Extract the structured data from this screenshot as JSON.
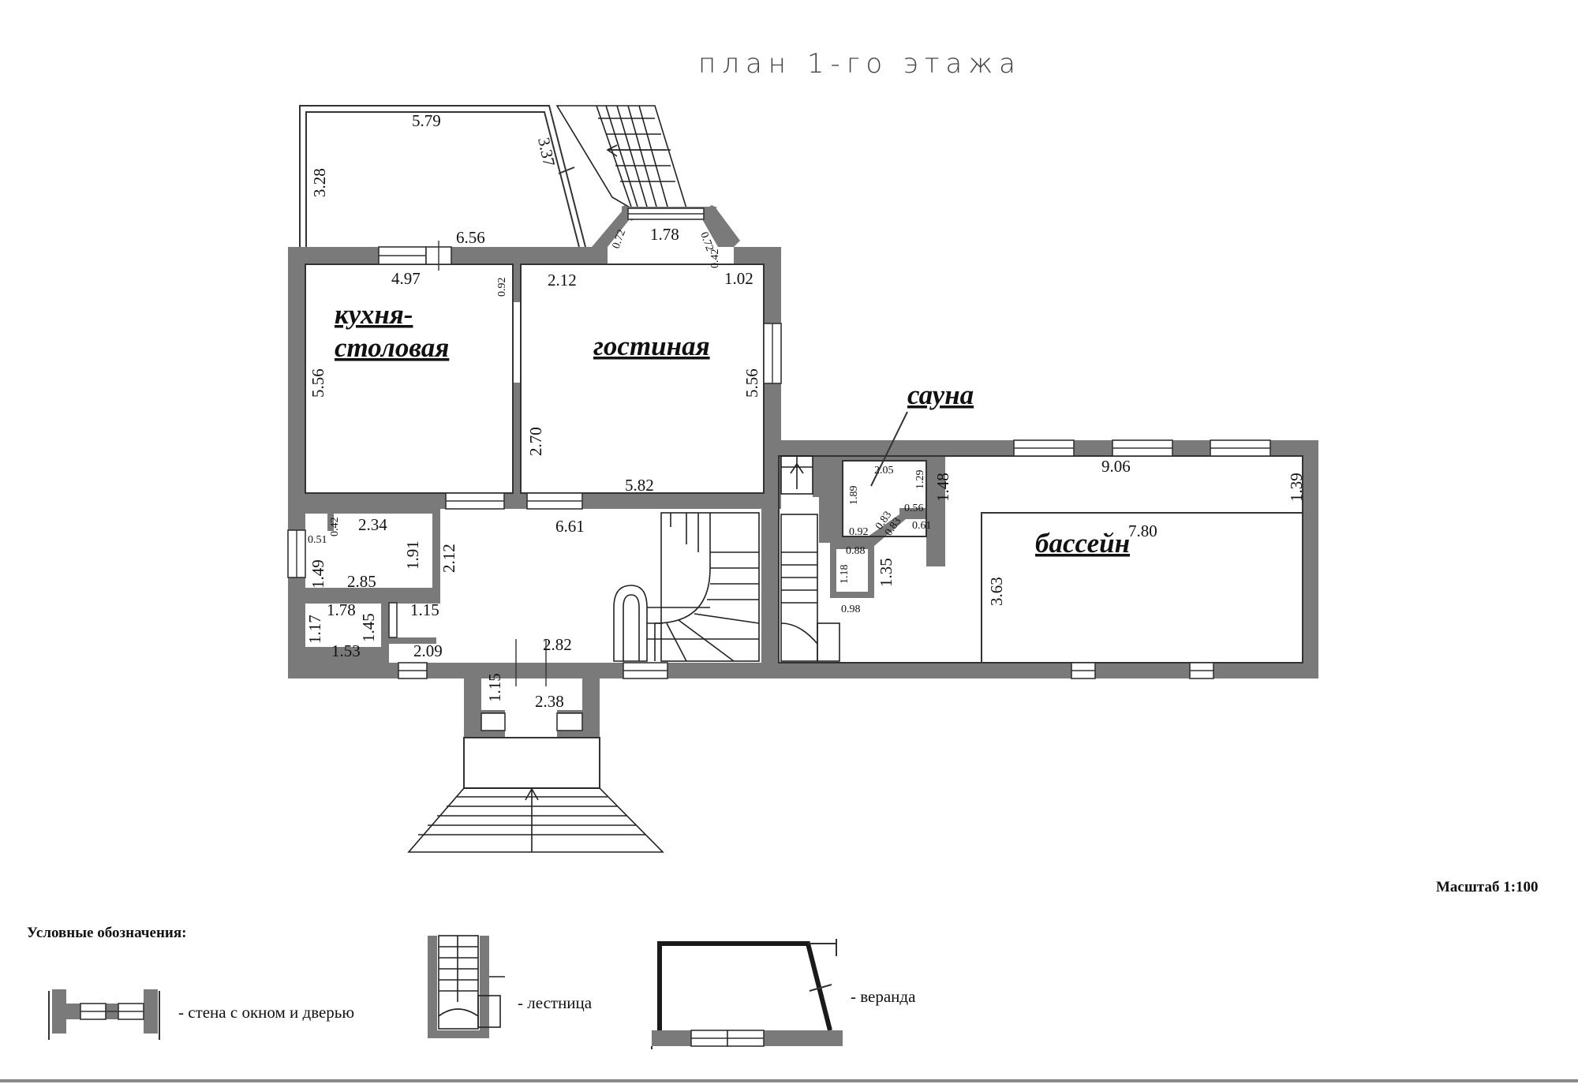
{
  "title": "план 1-го этажа",
  "scale_label": "Масштаб  1:100",
  "rooms": {
    "kitchen_line1": "кухня-",
    "kitchen_line2": "столовая",
    "living": "гостиная",
    "sauna": "сауна",
    "pool": "бассейн"
  },
  "dimensions": {
    "veranda_top": "5.79",
    "veranda_left": "3.28",
    "veranda_diag": "3.37",
    "bay_front": "1.78",
    "bay_left": "0.72",
    "bay_right": "0.72",
    "bay_small": "0.42",
    "wall_top": "6.56",
    "kitchen_top": "4.97",
    "partition_small": "0.92",
    "living_top": "2.12",
    "living_right_top": "1.02",
    "kitchen_left": "5.56",
    "living_right": "5.56",
    "partition_len": "2.70",
    "living_bottom": "5.82",
    "hall_top": "6.61",
    "sauna_w": "2.05",
    "sauna_h": "1.89",
    "sauna_r": "1.29",
    "sauna_side": "1.48",
    "pool_top": "9.06",
    "pool_right": "1.39",
    "pool_inner_top": "7.80",
    "pool_inner_left": "3.63",
    "sauna_bottom": "0.92",
    "sauna_diag1": "0.83",
    "sauna_diag2": "0.83",
    "sauna_056": "0.56",
    "sauna_061": "0.61",
    "shower_w": "0.88",
    "shower_h": "1.18",
    "shower_side": "1.35",
    "shower_bottom": "0.98",
    "wc1_top": "2.34",
    "wc1_042": "0.42",
    "wc1_051": "0.51",
    "wc1_left": "1.49",
    "wc1_bottom": "2.85",
    "wc1_right": "1.91",
    "hall_left": "2.12",
    "door_115": "1.15",
    "wc2_top": "1.78",
    "wc2_left": "1.17",
    "wc2_right": "1.45",
    "wc2_bottom": "1.53",
    "corridor_bottom": "2.09",
    "entry_top": "2.82",
    "porch_side": "1.15",
    "porch_w": "2.38"
  },
  "legend": {
    "heading": "Условные обозначения:",
    "wall_window_door": "- стена с окном и дверью",
    "stairs": "- лестница",
    "veranda": "- веранда"
  }
}
